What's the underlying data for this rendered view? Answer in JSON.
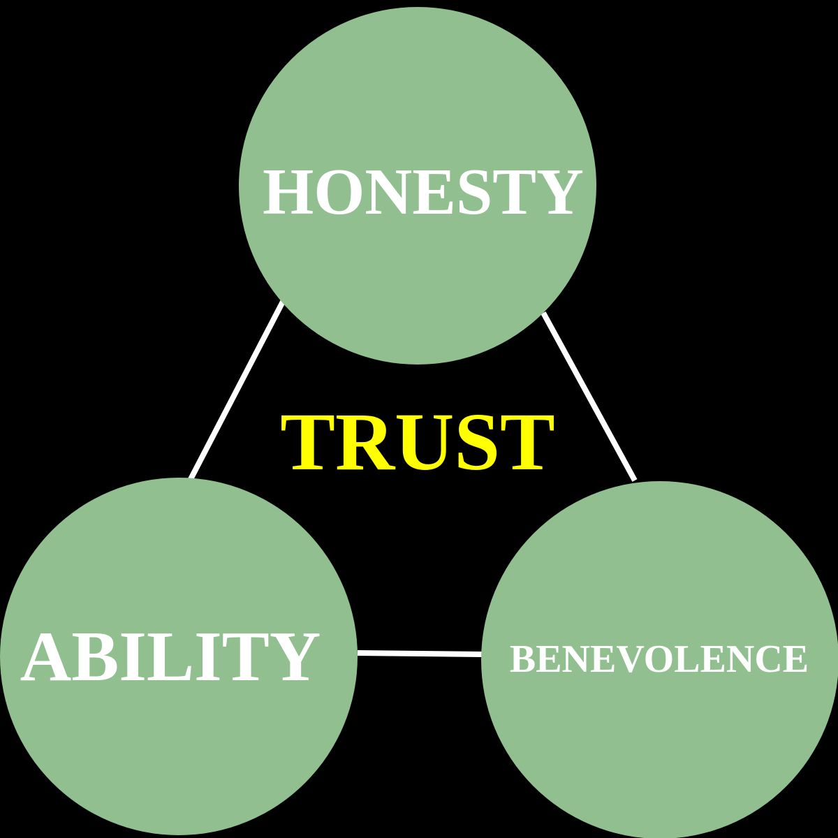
{
  "center_label": "TRUST",
  "nodes": [
    {
      "id": "honesty",
      "label": "HONESTY"
    },
    {
      "id": "ability",
      "label": "ABILITY"
    },
    {
      "id": "benevolence",
      "label": "BENEVOLENCE"
    }
  ],
  "connections": [
    {
      "from": "honesty",
      "to": "ability"
    },
    {
      "from": "honesty",
      "to": "benevolence"
    },
    {
      "from": "ability",
      "to": "benevolence"
    }
  ],
  "colors": {
    "background": "#000000",
    "node_fill": "#92bf8f",
    "node_text": "#ffffff",
    "center_text": "#ffff00",
    "connector": "#ffffff"
  }
}
